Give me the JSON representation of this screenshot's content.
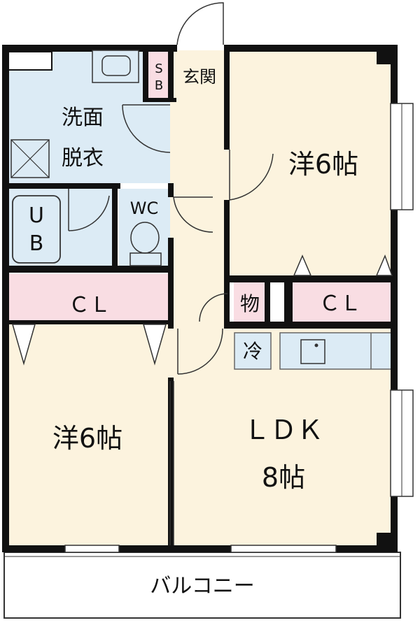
{
  "labels": {
    "washroom_line1": "洗面",
    "washroom_line2": "脱衣",
    "shoe_box_s": "S",
    "shoe_box_b": "B",
    "entrance": "玄関",
    "bedroom_ne": "洋6帖",
    "bath_u": "U",
    "bath_b": "B",
    "toilet": "WC",
    "closet_left": "ＣＬ",
    "storage": "物",
    "closet_right": "ＣＬ",
    "fridge": "冷",
    "bedroom_sw": "洋6帖",
    "ldk_line1": "ＬＤＫ",
    "ldk_line2": "8帖",
    "balcony": "バルコニー"
  },
  "colors": {
    "wall": "#111111",
    "wet_area": "#dcebf5",
    "closet": "#f9dde3",
    "living_floor": "#fcf3de",
    "hallway": "#fcf3de",
    "balcony": "#ffffff"
  }
}
